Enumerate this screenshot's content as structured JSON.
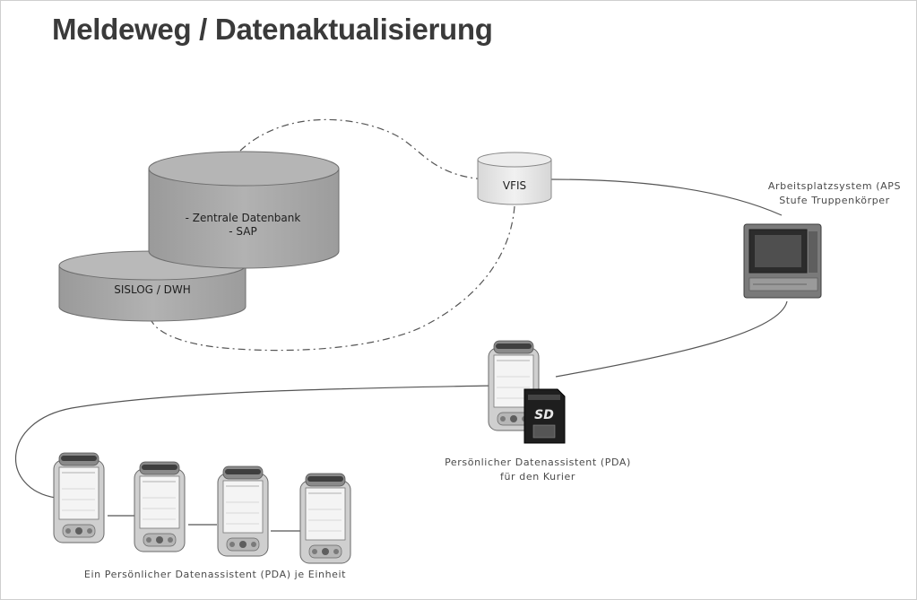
{
  "title": "Meldeweg / Datenaktualisierung",
  "nodes": {
    "db_central_line1": "- Zentrale Datenbank",
    "db_central_line2": "- SAP",
    "db_sislog": "SISLOG / DWH",
    "vfis": "VFIS",
    "aps_line1": "Arbeitsplatzsystem (APS",
    "aps_line2": "Stufe Truppenkörper",
    "pda_courier_line1": "Persönlicher Datenassistent (PDA)",
    "pda_courier_line2": "für den Kurier",
    "pda_units": "Ein Persönlicher Datenassistent (PDA) je Einheit"
  },
  "icons": [
    "database-cylinder",
    "server-cylinder",
    "monitor-icon",
    "pda-icon",
    "sd-card-icon"
  ],
  "colors": {
    "cylinder": "#a8a8a8",
    "line": "#555555",
    "title": "#3a3a3a"
  }
}
